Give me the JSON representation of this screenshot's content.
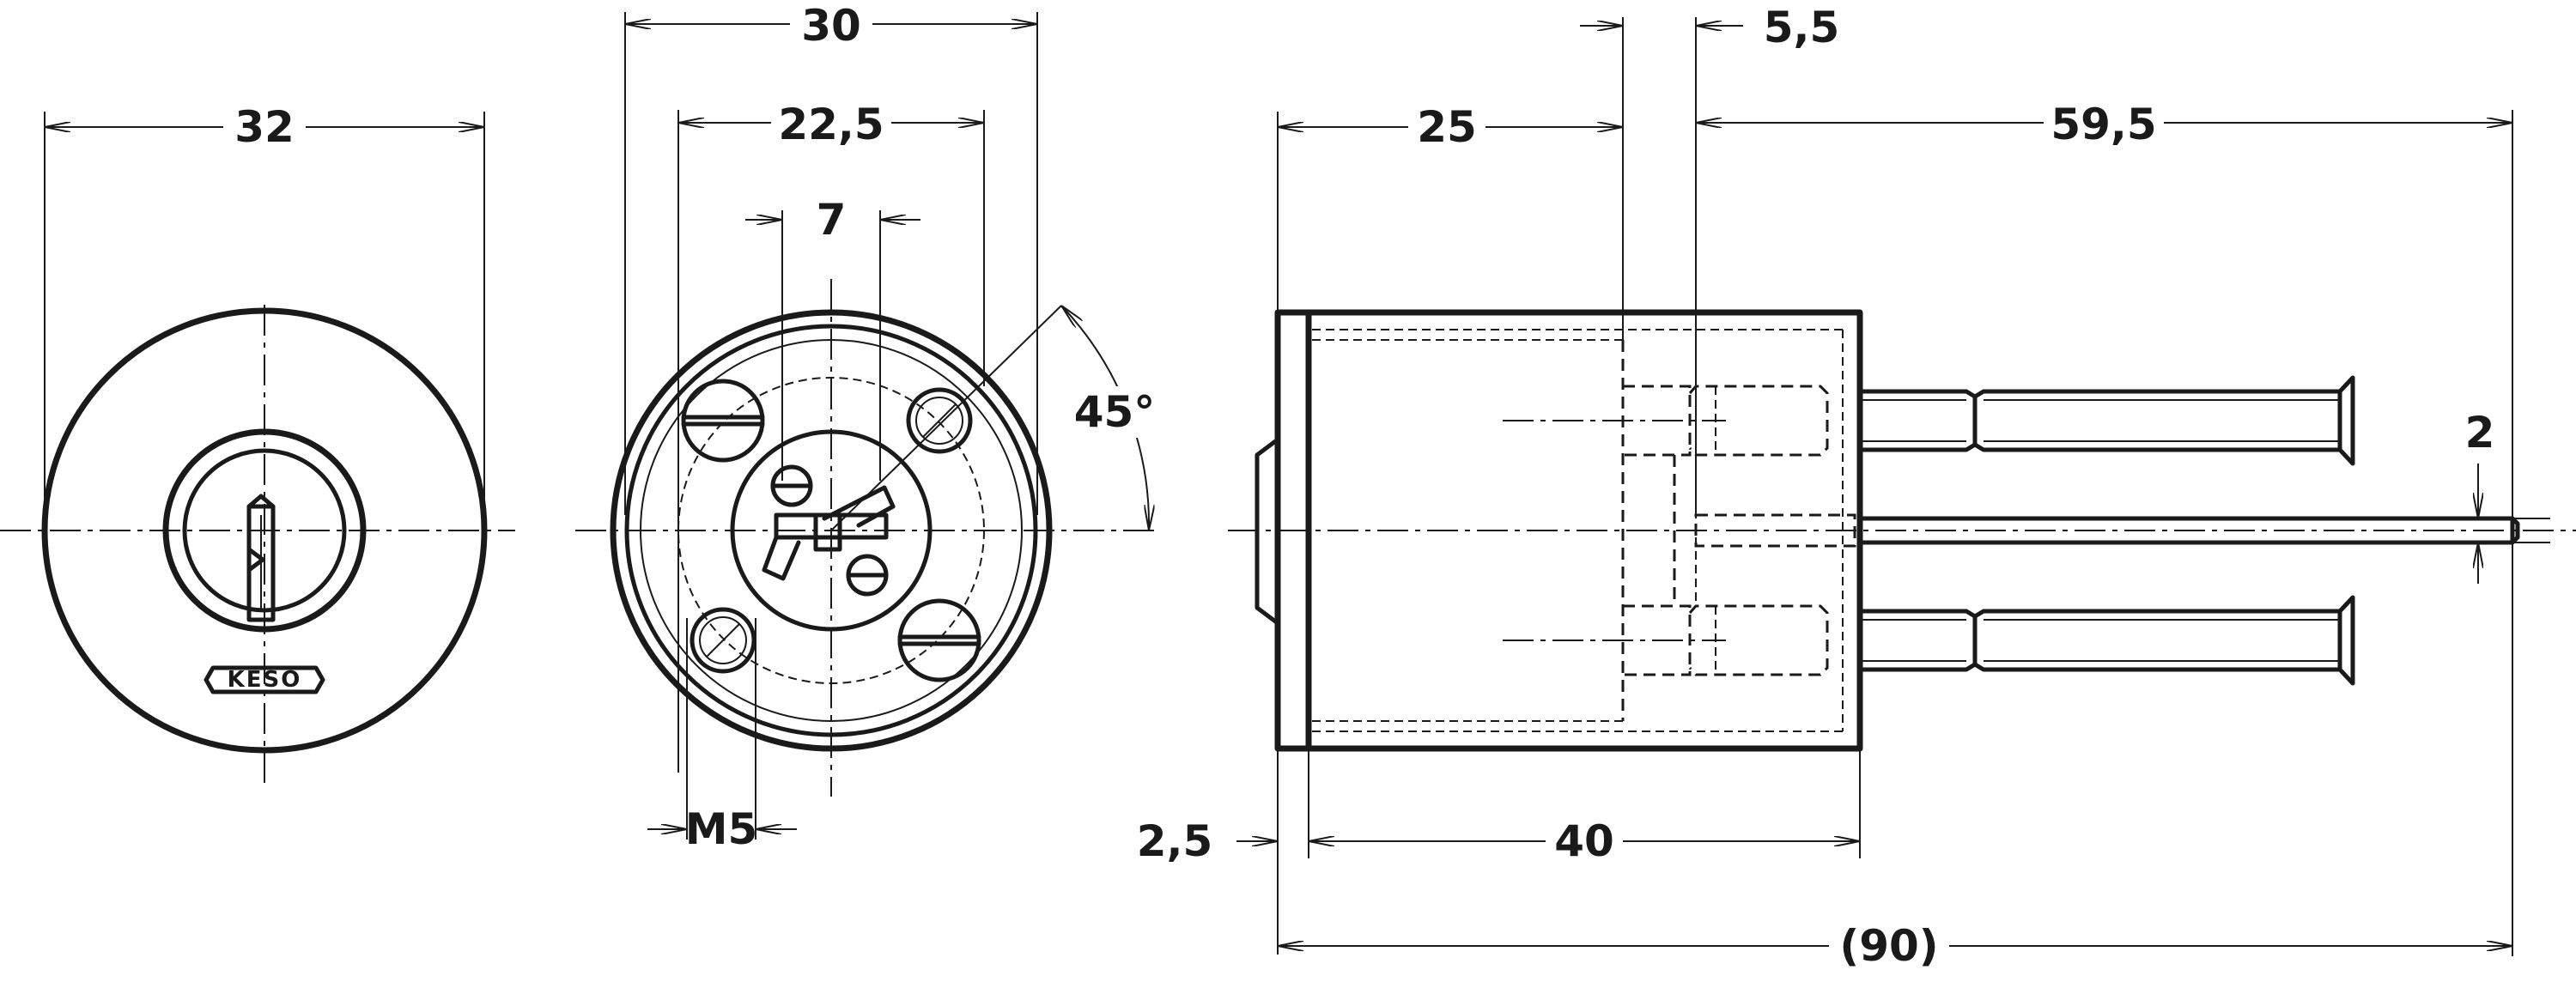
{
  "brand": "KESO",
  "dimensions": {
    "front_diameter": "32",
    "outer_diameter": "30",
    "bolt_circle": "22,5",
    "cam_width": "7",
    "angle": "45°",
    "thread": "M5",
    "depth_25": "25",
    "offset": "5,5",
    "screw_length": "59,5",
    "bar_height": "2",
    "flange": "2,5",
    "body_length": "40",
    "total_length": "(90)"
  }
}
